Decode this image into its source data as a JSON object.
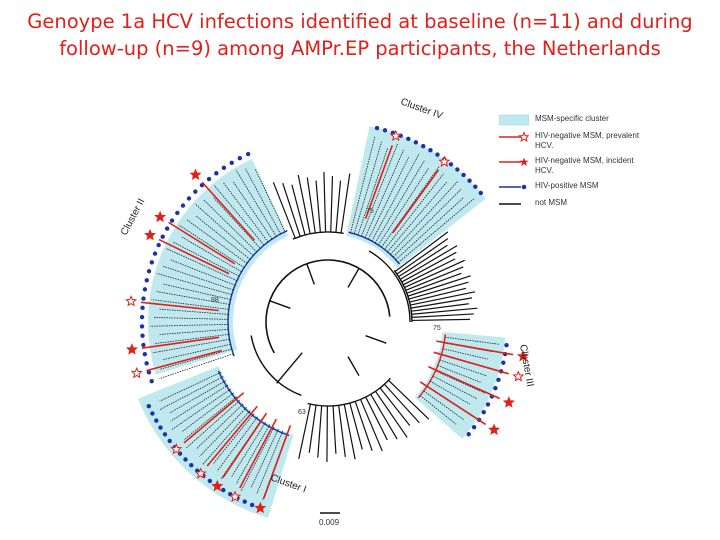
{
  "title": {
    "line1": "Genoype 1a HCV infections identified at baseline (n=11) and during",
    "line2": "follow-up (n=9) among  AMPr.EP participants, the Netherlands"
  },
  "clusters": [
    {
      "label": "Cluster I",
      "color": "#bfe9ef"
    },
    {
      "label": "Cluster II",
      "color": "#bfe9ef"
    },
    {
      "label": "Cluster III",
      "color": "#bfe9ef"
    },
    {
      "label": "Cluster IV",
      "color": "#bfe9ef"
    }
  ],
  "bootstrap_values": [
    "75",
    "88",
    "75",
    "63"
  ],
  "legend": [
    {
      "label": "MSM-specific cluster",
      "type": "area",
      "color": "#bfe9ef"
    },
    {
      "label": "HIV-negative MSM, prevalent HCV.",
      "type": "open-star",
      "color": "#e0201b"
    },
    {
      "label": "HIV-negative MSM, incident HCV.",
      "type": "filled-star",
      "color": "#e0201b"
    },
    {
      "label": "HIV-positive MSM",
      "type": "dot",
      "color": "#1a33a6"
    },
    {
      "label": "not MSM",
      "type": "line",
      "color": "#111111"
    }
  ],
  "scale_bar": {
    "label": "0.009"
  },
  "colors": {
    "hiv_negative": "#e0201b",
    "hiv_positive": "#1a33a6",
    "not_msm": "#111111",
    "cluster_fill": "#bfe9ef"
  }
}
